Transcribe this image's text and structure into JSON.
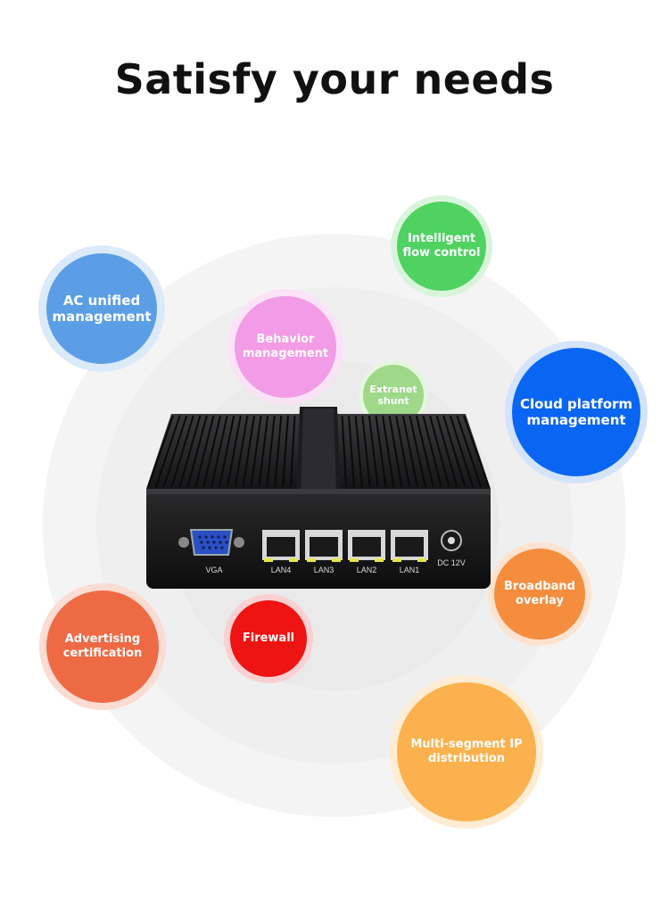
{
  "title": "Satisfy your needs",
  "device": {
    "ports": {
      "vga": "VGA",
      "lan4": "LAN4",
      "lan3": "LAN3",
      "lan2": "LAN2",
      "lan1": "LAN1",
      "dc": "DC 12V"
    }
  },
  "bubbles": [
    {
      "name": "bubble-ac-unified-management",
      "label": "AC unified\nmanagement",
      "color": "#5b9ee6",
      "halo": "#dbeaf9"
    },
    {
      "name": "bubble-intelligent-flow-control",
      "label": "Intelligent\nflow control",
      "color": "#4fd262",
      "halo": "#d8f5dc"
    },
    {
      "name": "bubble-behavior-management",
      "label": "Behavior\nmanagement",
      "color": "#f29be6",
      "halo": "#fbe3f7"
    },
    {
      "name": "bubble-extranet-shunt",
      "label": "Extranet\nshunt",
      "color": "#9ed888",
      "halo": "#e6f5e0"
    },
    {
      "name": "bubble-cloud-platform-management",
      "label": "Cloud platform\nmanagement",
      "color": "#0a66f2",
      "halo": "#d3e3fc"
    },
    {
      "name": "bubble-broadband-overlay",
      "label": "Broadband\noverlay",
      "color": "#f58d3f",
      "halo": "#fde3cf"
    },
    {
      "name": "bubble-advertising-certification",
      "label": "Advertising\ncertification",
      "color": "#ee6a45",
      "halo": "#fbdcd2"
    },
    {
      "name": "bubble-firewall",
      "label": "Firewall",
      "color": "#ee1414",
      "halo": "#fbd0d0"
    },
    {
      "name": "bubble-multi-segment-ip-distribution",
      "label": "Multi-segment IP\ndistribution",
      "color": "#fbb14d",
      "halo": "#feecd3"
    }
  ]
}
